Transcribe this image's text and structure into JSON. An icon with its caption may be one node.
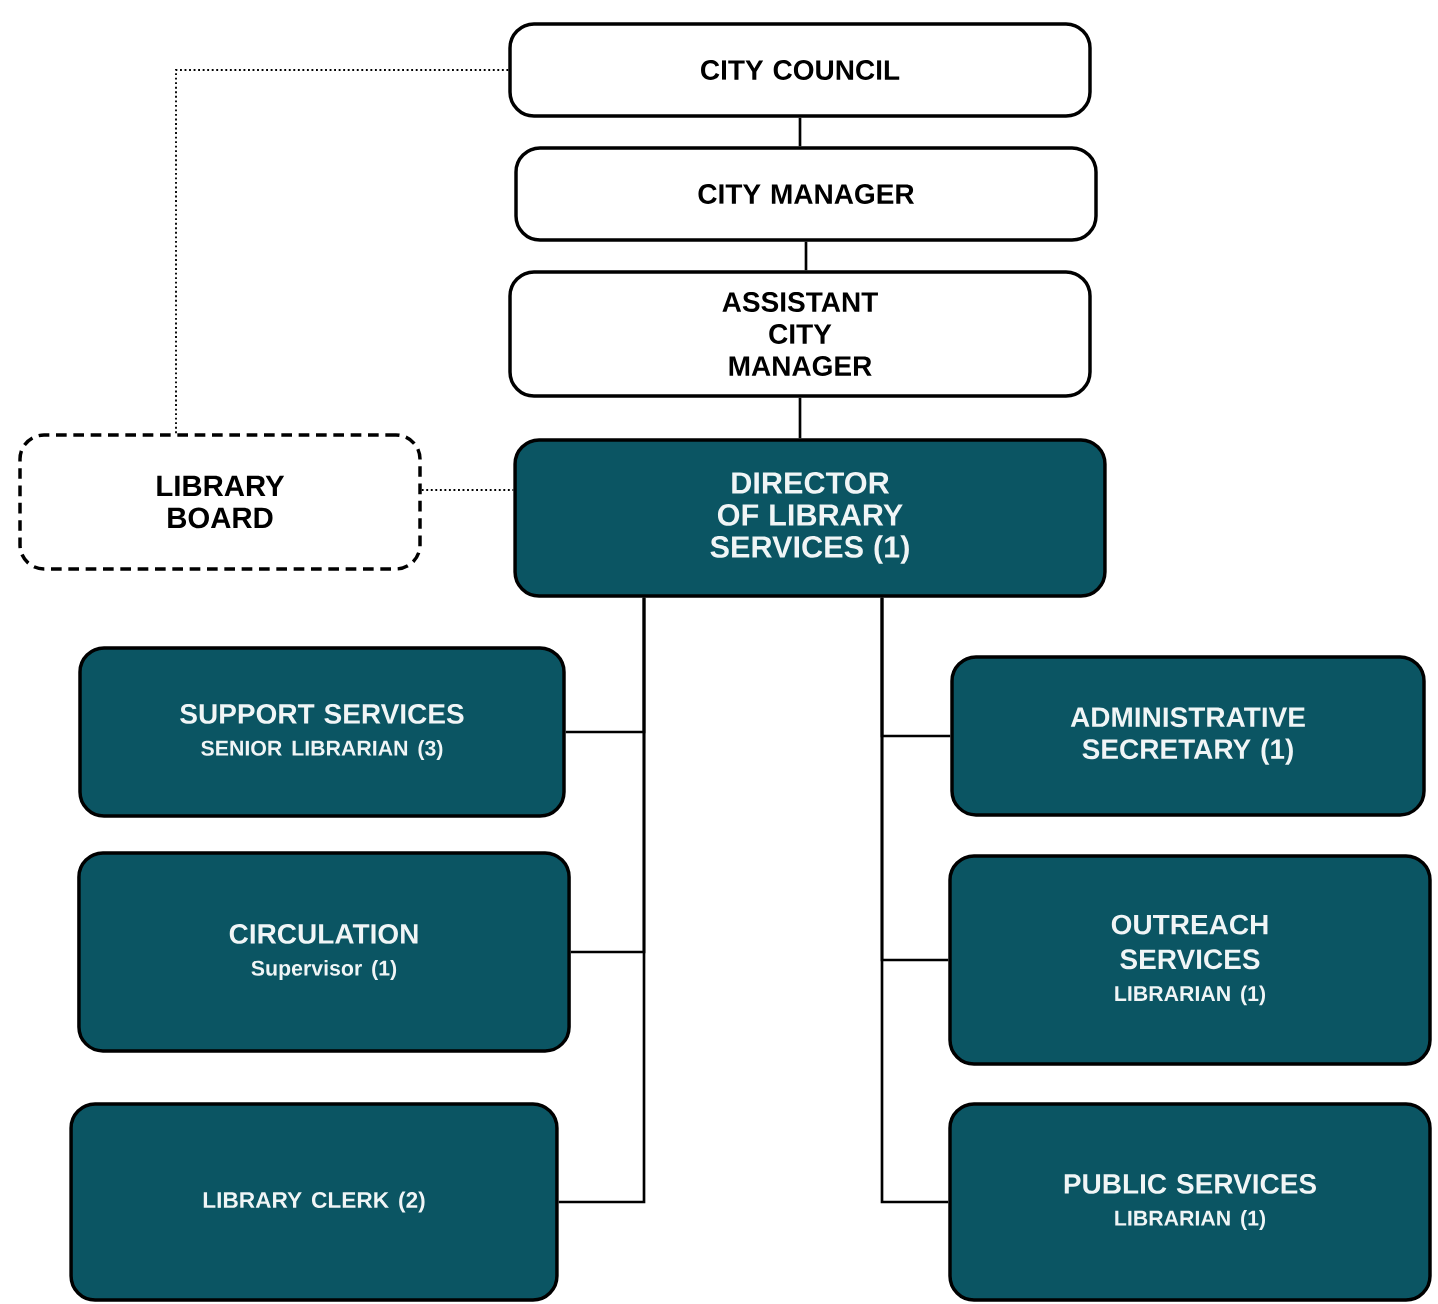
{
  "diagram": {
    "nodes": [
      {
        "text": [
          "CITY COUNCIL"
        ]
      },
      {
        "text": [
          "CITY MANAGER"
        ]
      },
      {
        "text": [
          "ASSISTANT CITY MANAGER"
        ]
      },
      {
        "text": [
          "LIBRARY BOARD"
        ]
      },
      {
        "text": [
          "DIRECTOR OF LIBRARY SERVICES (1)"
        ]
      },
      {
        "text": [
          "SUPPORT SERVICES",
          "SENIOR LIBRARIAN (3)"
        ]
      },
      {
        "text": [
          "CIRCULATION",
          "Supervisor (1)"
        ]
      },
      {
        "text": [
          "LIBRARY CLERK (2)"
        ]
      },
      {
        "text": [
          "ADMINISTRATIVE SECRETARY (1)"
        ]
      },
      {
        "text": [
          "OUTREACH SERVICES",
          "LIBRARIAN (1)"
        ]
      },
      {
        "text": [
          "PUBLIC SERVICES",
          "LIBRARIAN (1)"
        ]
      }
    ],
    "edges": [
      {
        "from": 0,
        "to": 1,
        "arrow": "none"
      },
      {
        "from": 1,
        "to": 2,
        "arrow": "none"
      },
      {
        "from": 2,
        "to": 4,
        "arrow": "none"
      },
      {
        "from": 0,
        "to": 3,
        "arrow": "none",
        "style": "dashed"
      },
      {
        "from": 3,
        "to": 4,
        "arrow": "none",
        "style": "dashed"
      },
      {
        "from": 4,
        "to": 5,
        "arrow": "none"
      },
      {
        "from": 4,
        "to": 6,
        "arrow": "none"
      },
      {
        "from": 4,
        "to": 7,
        "arrow": "none"
      },
      {
        "from": 4,
        "to": 8,
        "arrow": "none"
      },
      {
        "from": 4,
        "to": 9,
        "arrow": "none"
      },
      {
        "from": 4,
        "to": 10,
        "arrow": "none"
      }
    ]
  }
}
